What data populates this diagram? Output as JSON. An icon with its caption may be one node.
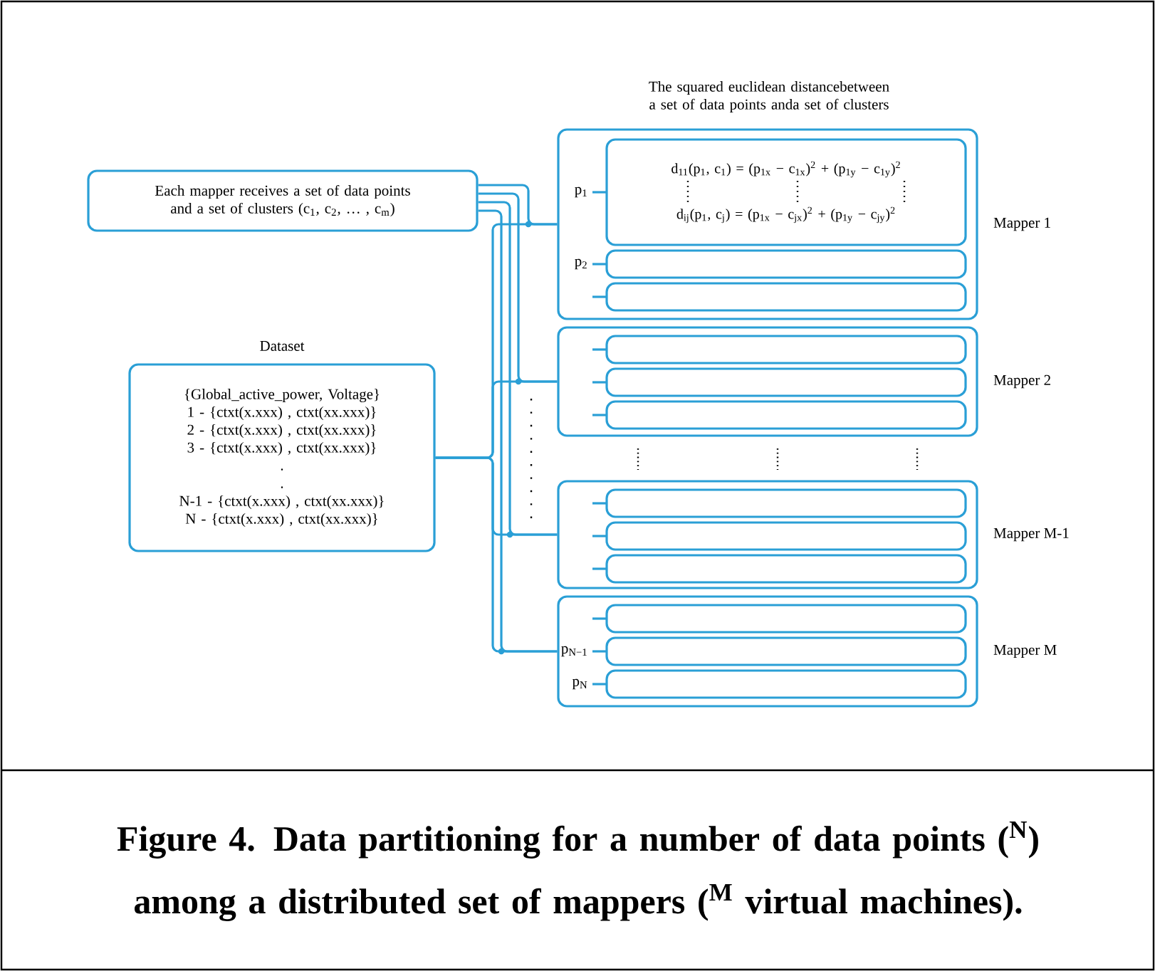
{
  "diagram": {
    "caption": "Figure 4.  Data partitioning for a number of data points ($^{N}$) among a distributed set of mappers ($^{M}$ virtual machines).",
    "nodes": [
      {
        "text": [
          "Each mapper receives a set of data points and a set of clusters (c$_{1}$, c$_{2}$, … , c$_{m}$)"
        ]
      },
      {
        "text": [
          "Dataset",
          "{Global_active_power, Voltage}",
          "1 - {ctxt(x.xxx) , ctxt(xx.xxx)}",
          "2 - {ctxt(x.xxx) , ctxt(xx.xxx)}",
          "3 - {ctxt(x.xxx) , ctxt(xx.xxx)}",
          ".",
          ".",
          "N-1 - {ctxt(x.xxx) , ctxt(xx.xxx)}",
          "N - {ctxt(x.xxx) , ctxt(xx.xxx)}"
        ]
      },
      {
        "text": [],
        "shape": "box",
        "beside": [
          "Mapper 1"
        ]
      },
      {
        "text": [
          "d$_{11}$(p$_{1}$, c$_{1}$) = (p$_{1x}$ − c$_{1x}$)$^{2}$ + (p$_{1y}$ − c$_{1y}$)$^{2}$",
          "d$_{ij}$(p$_{1}$, c$_{j}$) = (p$_{1x}$ − c$_{jx}$)$^{2}$ + (p$_{1y}$ − c$_{jy}$)$^{2}$"
        ],
        "in": 2,
        "beside": [
          "p$_{1}$"
        ]
      },
      {
        "text": [],
        "shape": "box",
        "in": 2,
        "beside": [
          "p$_{2}$"
        ]
      },
      {
        "text": [],
        "shape": "box",
        "in": 2
      },
      {
        "text": [],
        "shape": "box",
        "beside": [
          "Mapper 2"
        ]
      },
      {
        "text": [],
        "shape": "box",
        "in": 6
      },
      {
        "text": [],
        "shape": "box",
        "in": 6
      },
      {
        "text": [],
        "shape": "box",
        "in": 6
      },
      {
        "text": [],
        "shape": "box",
        "beside": [
          "Mapper M-1"
        ]
      },
      {
        "text": [],
        "shape": "box",
        "in": 10
      },
      {
        "text": [],
        "shape": "box",
        "in": 10
      },
      {
        "text": [],
        "shape": "box",
        "in": 10
      },
      {
        "text": [],
        "shape": "box",
        "beside": [
          "Mapper M"
        ]
      },
      {
        "text": [],
        "shape": "box",
        "in": 14
      },
      {
        "text": [],
        "shape": "box",
        "in": 14,
        "beside": [
          "p$_{N−1}$"
        ]
      },
      {
        "text": [],
        "shape": "box",
        "in": 14,
        "beside": [
          "p$_{N}$"
        ]
      }
    ],
    "edges": [
      {
        "from": 0,
        "to": 2,
        "arrow": "none"
      },
      {
        "from": 0,
        "to": 6,
        "arrow": "none"
      },
      {
        "from": 0,
        "to": 10,
        "arrow": "none"
      },
      {
        "from": 0,
        "to": 14,
        "arrow": "none"
      },
      {
        "from": 1,
        "to": 2,
        "arrow": "none"
      },
      {
        "from": 1,
        "to": 6,
        "arrow": "none"
      },
      {
        "from": 1,
        "to": 10,
        "arrow": "none"
      },
      {
        "from": 1,
        "to": 14,
        "arrow": "none"
      }
    ],
    "labels": [
      "The squared euclidean distancebetween a set of data points anda set of clusters"
    ]
  }
}
